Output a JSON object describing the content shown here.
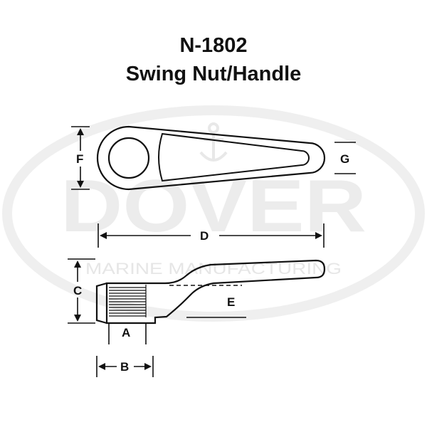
{
  "title": {
    "part_number": "N-1802",
    "name": "Swing Nut/Handle"
  },
  "watermark": {
    "brand": "DOVER",
    "tagline": "MARINE MANUFACTURING",
    "icon": "anchor-icon",
    "color": "#ececec"
  },
  "dimensions": {
    "a": "A",
    "b": "B",
    "c": "C",
    "d": "D",
    "e": "E",
    "f": "F",
    "g": "G"
  },
  "colors": {
    "line": "#111111",
    "watermark": "#ececec"
  }
}
